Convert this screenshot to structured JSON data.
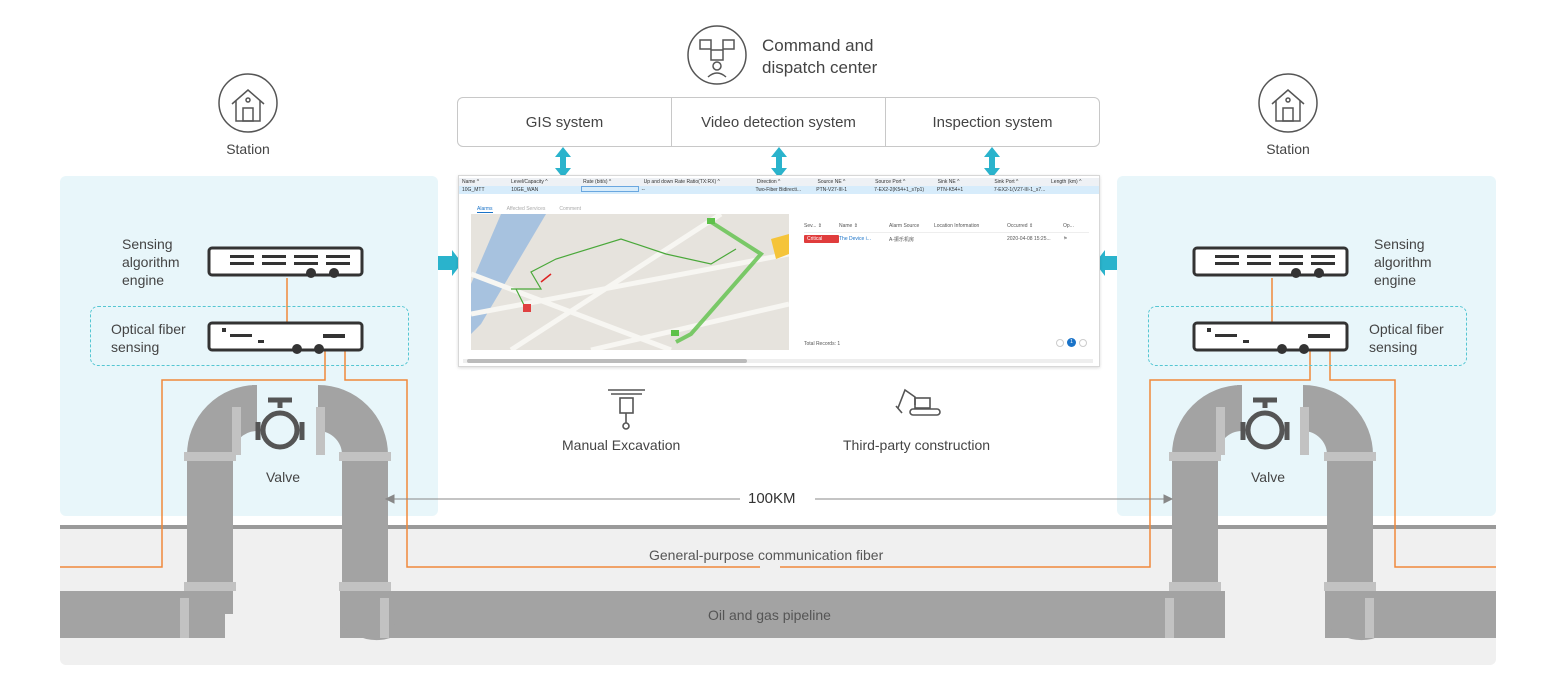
{
  "center": {
    "title_line1": "Command and",
    "title_line2": "dispatch center",
    "systems": [
      "GIS system",
      "Video detection system",
      "Inspection system"
    ]
  },
  "left_station": {
    "station_label": "Station",
    "engine_line1": "Sensing",
    "engine_line2": "algorithm",
    "engine_line3": "engine",
    "sensing_line1": "Optical fiber",
    "sensing_line2": "sensing",
    "valve_label": "Valve"
  },
  "right_station": {
    "station_label": "Station",
    "engine_line1": "Sensing",
    "engine_line2": "algorithm",
    "engine_line3": "engine",
    "sensing_line1": "Optical fiber",
    "sensing_line2": "sensing",
    "valve_label": "Valve"
  },
  "threats": {
    "manual": "Manual Excavation",
    "third_party": "Third-party construction"
  },
  "distance_label": "100KM",
  "fiber_label": "General-purpose communication fiber",
  "pipeline_label": "Oil and gas pipeline",
  "screenshot": {
    "columns": [
      "Name ^",
      "Level/Capacity ^",
      "Rate (bit/s) ^",
      "Up and down Rate Ratio(TX:RX) ^",
      "Direction ^",
      "Source NE ^",
      "Source Port ^",
      "Sink NE ^",
      "Sink Port ^",
      "Length (km) ^"
    ],
    "row": [
      "10G_MTT",
      "10GE_WAN",
      "",
      "--",
      "Two-Fiber Bidirecti...",
      "PTN-V27-III-1",
      "7-EX2-2(K54+1_s7p1)",
      "PTN-K54+1",
      "7-EX2-1(V27-III-1_s7...",
      ""
    ],
    "tabs": [
      "Alarms",
      "Affected Services",
      "Comment"
    ],
    "alarm_columns": [
      "Sev... ⇕",
      "Name ⇕",
      "Alarm Source",
      "Location Information",
      "Occurred ⇕",
      "Op..."
    ],
    "alarm_row": [
      "Critical",
      "The Device i...",
      "A-振乐机房",
      "",
      "2020-04-08 15:25...",
      ""
    ],
    "total_records": "Total Records: 1",
    "page": "1"
  },
  "colors": {
    "panel_bg": "#e8f6fa",
    "accent_cyan": "#2ab3cc",
    "fiber_orange": "#f0883a",
    "pipe_gray": "#a3a3a3",
    "ground": "#f0f0f0"
  }
}
